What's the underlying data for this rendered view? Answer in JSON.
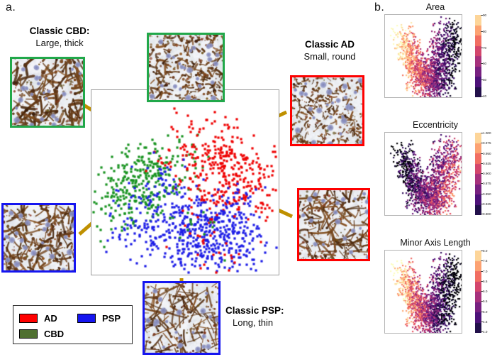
{
  "panels": {
    "a_letter": "a.",
    "b_letter": "b."
  },
  "annotations": {
    "cbd": {
      "title": "Classic CBD:",
      "desc": "Large, thick"
    },
    "ad": {
      "title": "Classic AD",
      "desc": "Small, round"
    },
    "psp": {
      "title": "Classic PSP:",
      "desc": "Long, thin"
    }
  },
  "legend": {
    "items": [
      {
        "label": "AD",
        "color": "#ff0000"
      },
      {
        "label": "PSP",
        "color": "#1515f0"
      },
      {
        "label": "CBD",
        "color": "#4f7030"
      }
    ]
  },
  "colors": {
    "ad": "#ee0000",
    "psp": "#1c1ce6",
    "cbd": "#17921f",
    "connector": "#bf9000",
    "frame": "#9a9a9a"
  },
  "insets": [
    {
      "name": "cbd-inset-left",
      "border": "#21a84a",
      "group": "CBD"
    },
    {
      "name": "cbd-inset-top",
      "border": "#21a84a",
      "group": "CBD"
    },
    {
      "name": "ad-inset-top",
      "border": "#fe0000",
      "group": "AD"
    },
    {
      "name": "ad-inset-right",
      "border": "#fe0000",
      "group": "AD"
    },
    {
      "name": "psp-inset-left",
      "border": "#1515f0",
      "group": "PSP"
    },
    {
      "name": "psp-inset-bottom",
      "border": "#1515f0",
      "group": "PSP"
    }
  ],
  "chart_data": [
    {
      "id": "tsne-main",
      "type": "scatter",
      "title": "",
      "xlabel": "",
      "ylabel": "",
      "grid": false,
      "legend_position": "bottom-left",
      "series": [
        {
          "name": "CBD",
          "color": "#17921f",
          "n_points": 330,
          "cluster": "upper-left"
        },
        {
          "name": "AD",
          "color": "#ee0000",
          "n_points": 360,
          "cluster": "upper-right"
        },
        {
          "name": "PSP",
          "color": "#1c1ce6",
          "n_points": 430,
          "cluster": "lower-center"
        }
      ]
    },
    {
      "id": "tsne-area",
      "type": "scatter",
      "title": "Area",
      "colormap": "magma",
      "clim": [
        40,
        90
      ],
      "colorbar_ticks": [
        "90",
        "80",
        "70",
        "60",
        "50",
        "40"
      ],
      "grid": false,
      "legend_position": "right"
    },
    {
      "id": "tsne-eccentricity",
      "type": "scatter",
      "title": "Eccentricity",
      "colormap": "magma",
      "clim": [
        0.8,
        1.0
      ],
      "colorbar_ticks": [
        "1.000",
        "0.975",
        "0.950",
        "0.925",
        "0.900",
        "0.875",
        "0.850",
        "0.825",
        "0.800"
      ],
      "grid": false,
      "legend_position": "right"
    },
    {
      "id": "tsne-minor-axis-length",
      "type": "scatter",
      "title": "Minor Axis Length",
      "colormap": "magma",
      "clim": [
        4.0,
        8.0
      ],
      "colorbar_ticks": [
        "8.0",
        "7.5",
        "7.0",
        "6.5",
        "6.0",
        "5.5",
        "5.0",
        "4.5",
        "4.0"
      ],
      "grid": false,
      "legend_position": "right"
    }
  ]
}
